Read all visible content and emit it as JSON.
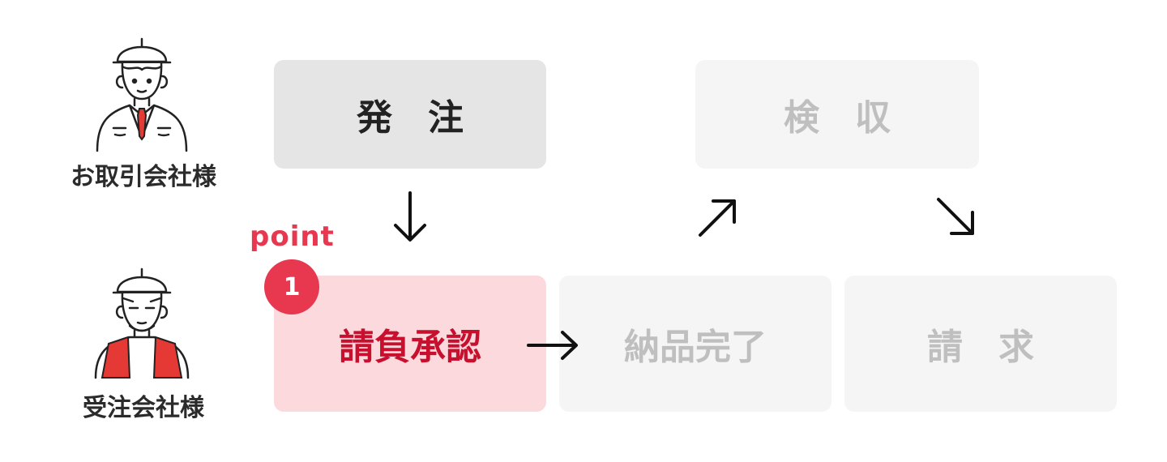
{
  "roles": {
    "client": "お取引会社様",
    "contractor": "受注会社様"
  },
  "steps": {
    "order": "発　注",
    "inspect": "検　収",
    "approve": "請負承認",
    "delivered": "納品完了",
    "invoice": "請　求"
  },
  "highlight": {
    "label": "point",
    "number": "1",
    "accent_color": "#e8384f",
    "step_text_color": "#c8102e",
    "step_bg_color": "#fbd9dd"
  },
  "colors": {
    "inactive_bg": "#f5f5f5",
    "inactive_text": "#bfbfbf",
    "order_bg": "#e5e5e5",
    "vest": "#e53935",
    "tie": "#e53935"
  },
  "icons": {
    "client_avatar": "worker-with-tie-icon",
    "contractor_avatar": "worker-with-vest-icon",
    "arrows": [
      "arrow-down-icon",
      "arrow-right-icon",
      "arrow-up-right-icon",
      "arrow-down-right-icon"
    ]
  }
}
